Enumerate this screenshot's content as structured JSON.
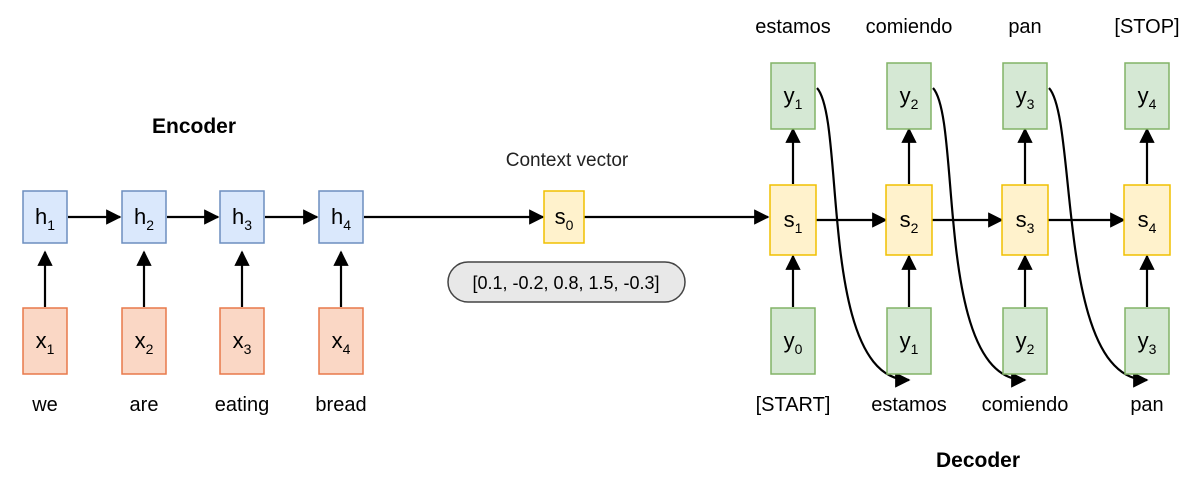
{
  "encoder": {
    "title": "Encoder",
    "hidden": [
      {
        "base": "h",
        "sub": "1"
      },
      {
        "base": "h",
        "sub": "2"
      },
      {
        "base": "h",
        "sub": "3"
      },
      {
        "base": "h",
        "sub": "4"
      }
    ],
    "inputs": [
      {
        "base": "x",
        "sub": "1"
      },
      {
        "base": "x",
        "sub": "2"
      },
      {
        "base": "x",
        "sub": "3"
      },
      {
        "base": "x",
        "sub": "4"
      }
    ],
    "words": [
      "we",
      "are",
      "eating",
      "bread"
    ]
  },
  "context": {
    "label": "Context vector",
    "node": {
      "base": "s",
      "sub": "0"
    },
    "value": "[0.1, -0.2, 0.8, 1.5, -0.3]"
  },
  "decoder": {
    "title": "Decoder",
    "states": [
      {
        "base": "s",
        "sub": "1"
      },
      {
        "base": "s",
        "sub": "2"
      },
      {
        "base": "s",
        "sub": "3"
      },
      {
        "base": "s",
        "sub": "4"
      }
    ],
    "outputs": [
      {
        "base": "y",
        "sub": "1"
      },
      {
        "base": "y",
        "sub": "2"
      },
      {
        "base": "y",
        "sub": "3"
      },
      {
        "base": "y",
        "sub": "4"
      }
    ],
    "output_words": [
      "estamos",
      "comiendo",
      "pan",
      "[STOP]"
    ],
    "inputs": [
      {
        "base": "y",
        "sub": "0"
      },
      {
        "base": "y",
        "sub": "1"
      },
      {
        "base": "y",
        "sub": "2"
      },
      {
        "base": "y",
        "sub": "3"
      }
    ],
    "input_words": [
      "[START]",
      "estamos",
      "comiendo",
      "pan"
    ]
  },
  "colors": {
    "blue_fill": "#dae8fc",
    "blue_stroke": "#6c8ebf",
    "orange_fill": "#fad7c5",
    "orange_stroke": "#e8794a",
    "yellow_fill": "#fff2cc",
    "yellow_stroke": "#f0c000",
    "green_fill": "#d5e8d4",
    "green_stroke": "#82b366",
    "pill_fill": "#e8e8e8",
    "pill_stroke": "#444444"
  }
}
